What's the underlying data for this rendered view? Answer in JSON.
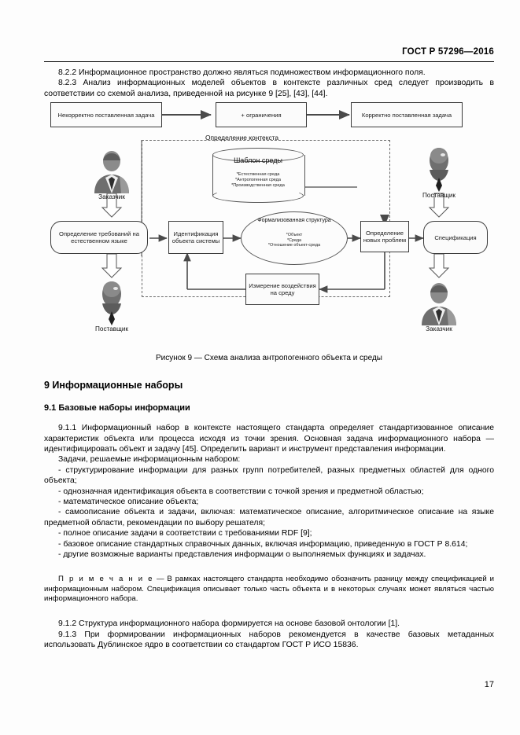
{
  "header": {
    "standard": "ГОСТ Р 57296—2016"
  },
  "page_number": "17",
  "intro": {
    "p1": "8.2.2 Информационное пространство должно являться подмножеством информационного поля.",
    "p2": "8.2.3 Анализ информационных моделей объектов в контексте различных сред следует производить в соответствии со схемой анализа, приведенной на рисунке 9 [25], [43], [44]."
  },
  "figure": {
    "caption": "Рисунок 9 — Схема анализа антропогенного объекта и среды",
    "top_boxes": {
      "left": "Некорректно поставленная задача",
      "middle": "+ ограничения",
      "right": "Корректно поставленная задача"
    },
    "context_label": "Определение контекста",
    "cylinder": {
      "title": "Шаблон среды",
      "items": [
        "*Естественная среда",
        "*Антропогенная среда",
        "*Производственная среда"
      ]
    },
    "boxes": {
      "requirements": "Определение требований на естественном языке",
      "identification": "Идентификация объекта системы",
      "new_problems": "Определение новых проблем",
      "specification": "Спецификация",
      "measurement": "Измерение воздействия на среду"
    },
    "ellipse": {
      "title": "Формализованная структура",
      "items": [
        "*Объект",
        "*Среда",
        "*Отношение объект-среда"
      ]
    },
    "people": {
      "top_left": "Заказчик",
      "top_right": "Поставщик",
      "bottom_left": "Поставщик",
      "bottom_right": "Заказчик"
    }
  },
  "section": {
    "heading": "9 Информационные наборы",
    "subheading": "9.1 Базовые наборы информации",
    "p911": "9.1.1 Информационный набор в контексте настоящего стандарта определяет стандартизованное описание характеристик объекта или процесса исходя из точки зрения. Основная задача информационного набора — идентифицировать объект и задачу [45]. Определить вариант и инструмент представления информации.",
    "tasks_intro": "Задачи, решаемые информационным набором:",
    "tasks": [
      "- структурирование информации для разных групп потребителей, разных предметных областей для одного объекта;",
      "- однозначная идентификация объекта в соответствии с точкой зрения и предметной областью;",
      "- математическое описание объекта;",
      "- самоописание объекта и задачи, включая: математическое описание, алгоритмическое описание на языке предметной области, рекомендации по выбору решателя;",
      "- полное описание задачи в соответствии с требованиями RDF [9];",
      "- базовое описание стандартных справочных данных, включая информацию, приведенную в ГОСТ Р 8.614;",
      "- другие возможные варианты представления информации о выполняемых функциях и задачах."
    ],
    "note_label": "П р и м е ч а н и е",
    "note_text": " —  В рамках настоящего стандарта необходимо обозначить разницу между спецификацией и информационным набором. Спецификация описывает только часть объекта и в некоторых случаях может являться частью информационного набора.",
    "p912": "9.1.2 Структура информационного набора формируется на основе базовой онтологии [1].",
    "p913": "9.1.3 При формировании информационных наборов рекомендуется в качестве базовых метаданных использовать Дублинское ядро в соответствии со стандартом ГОСТ Р ИСО 15836."
  }
}
